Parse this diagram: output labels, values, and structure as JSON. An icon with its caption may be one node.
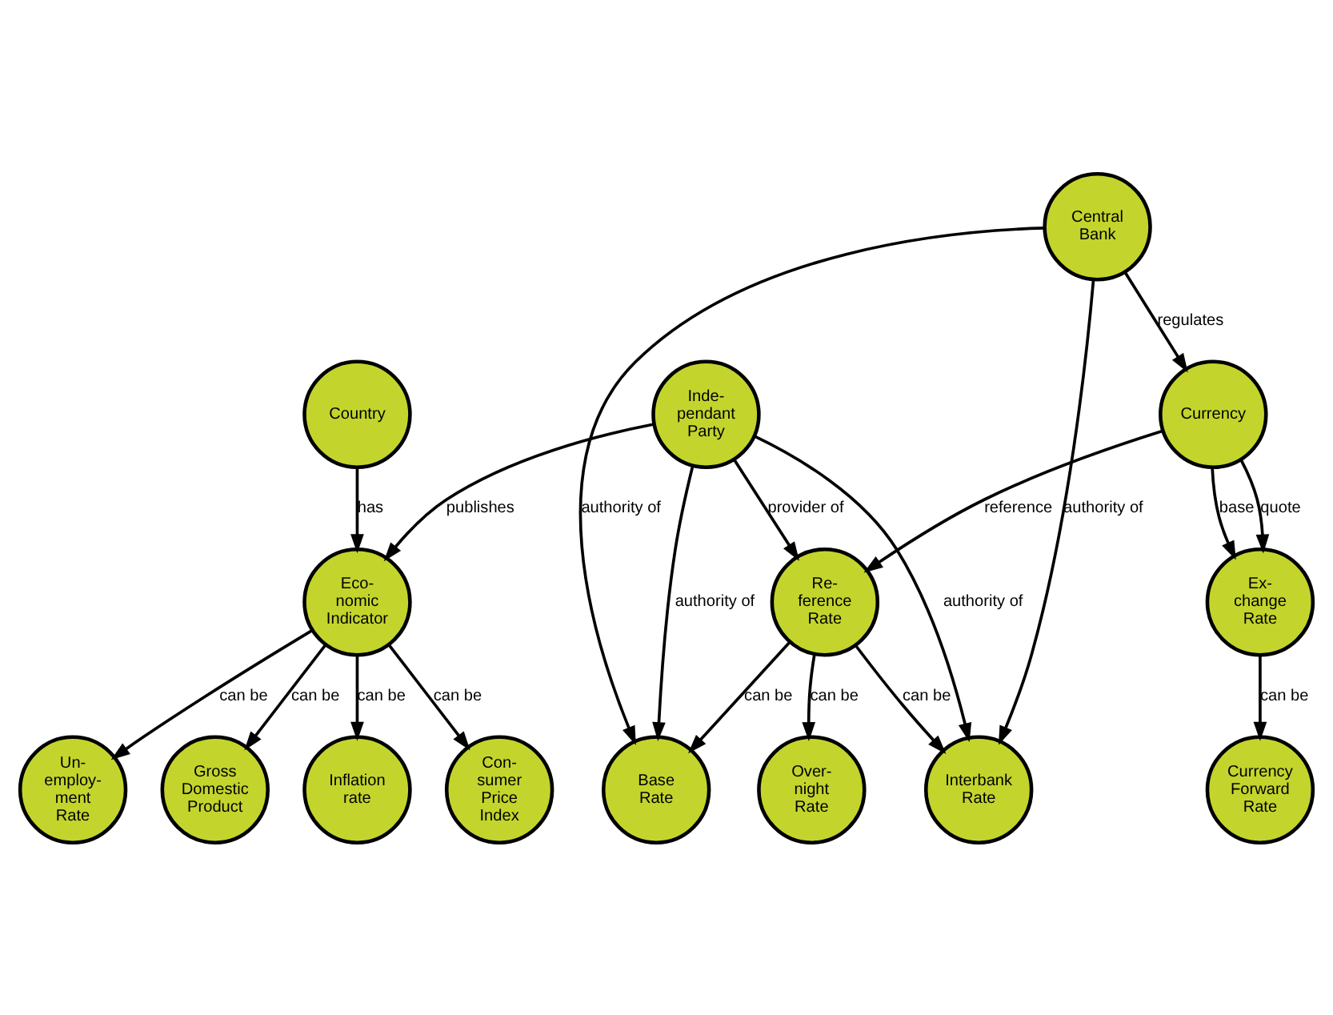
{
  "diagram": {
    "nodes": [
      {
        "text": [
          "Central Bank"
        ]
      },
      {
        "text": [
          "Inde- pendant Party"
        ]
      },
      {
        "text": [
          "Country"
        ]
      },
      {
        "text": [
          "Currency"
        ]
      },
      {
        "text": [
          "Re- ference Rate"
        ]
      },
      {
        "text": [
          "Ex- change Rate"
        ]
      },
      {
        "text": [
          "Eco- nomic Indicator"
        ]
      },
      {
        "text": [
          "Base Rate"
        ]
      },
      {
        "text": [
          "Currency Forward Rate"
        ]
      },
      {
        "text": [
          "Over- night Rate"
        ]
      },
      {
        "text": [
          "Interbank Rate"
        ]
      },
      {
        "text": [
          "Inflation rate"
        ]
      },
      {
        "text": [
          "Con- sumer Price Index"
        ]
      },
      {
        "text": [
          "Un- employ- ment Rate"
        ]
      },
      {
        "text": [
          "Gross Domestic Product"
        ]
      }
    ],
    "edges": [
      {
        "from": 0,
        "to": 3,
        "arrow": "to",
        "label": "regulates"
      },
      {
        "from": 0,
        "to": 10,
        "arrow": "to",
        "label": "authority of"
      },
      {
        "from": 0,
        "to": 7,
        "arrow": "to",
        "label": "authority of"
      },
      {
        "from": 1,
        "to": 4,
        "arrow": "to",
        "label": "provider of"
      },
      {
        "from": 1,
        "to": 10,
        "arrow": "to",
        "label": "authority of"
      },
      {
        "from": 1,
        "to": 7,
        "arrow": "to",
        "label": "authority of"
      },
      {
        "from": 1,
        "to": 6,
        "arrow": "to",
        "label": "publishes"
      },
      {
        "from": 2,
        "to": 6,
        "arrow": "to",
        "label": "has"
      },
      {
        "from": 3,
        "to": 5,
        "arrow": "to",
        "label": "base"
      },
      {
        "from": 3,
        "to": 5,
        "arrow": "to",
        "label": "quote"
      },
      {
        "from": 3,
        "to": 4,
        "arrow": "to",
        "label": "reference"
      },
      {
        "from": 4,
        "to": 7,
        "arrow": "to",
        "label": "can be"
      },
      {
        "from": 4,
        "to": 9,
        "arrow": "to",
        "label": "can be"
      },
      {
        "from": 4,
        "to": 10,
        "arrow": "to",
        "label": "can be"
      },
      {
        "from": 5,
        "to": 8,
        "arrow": "to",
        "label": "can be"
      },
      {
        "from": 6,
        "to": 11,
        "arrow": "to",
        "label": "can be"
      },
      {
        "from": 6,
        "to": 12,
        "arrow": "to",
        "label": "can be"
      },
      {
        "from": 6,
        "to": 13,
        "arrow": "to",
        "label": "can be"
      },
      {
        "from": 6,
        "to": 14,
        "arrow": "to",
        "label": "can be"
      }
    ]
  }
}
